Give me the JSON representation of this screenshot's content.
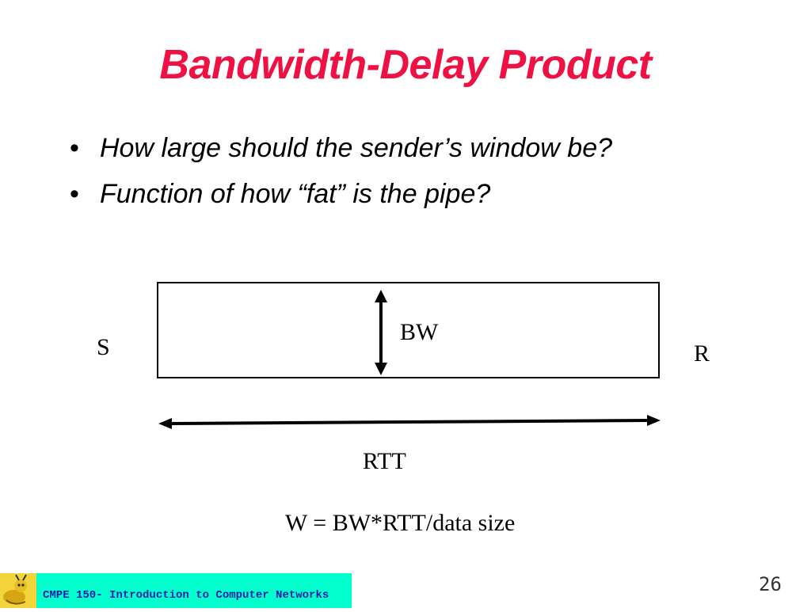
{
  "title": "Bandwidth-Delay Product",
  "bullets": [
    "How large should the sender’s window be?",
    "Function of how “fat” is the pipe?"
  ],
  "bullet_symbol": "•",
  "diagram": {
    "sender_label": "S",
    "receiver_label": "R",
    "bandwidth_label": "BW",
    "rtt_label": "RTT",
    "formula": "W = BW*RTT/data size"
  },
  "footer": {
    "course": "CMPE 150- Introduction to Computer Networks",
    "page": "26"
  },
  "colors": {
    "title": "#ee1144",
    "footer_band": "#00ffcc",
    "footer_text": "#1a1aaa"
  }
}
